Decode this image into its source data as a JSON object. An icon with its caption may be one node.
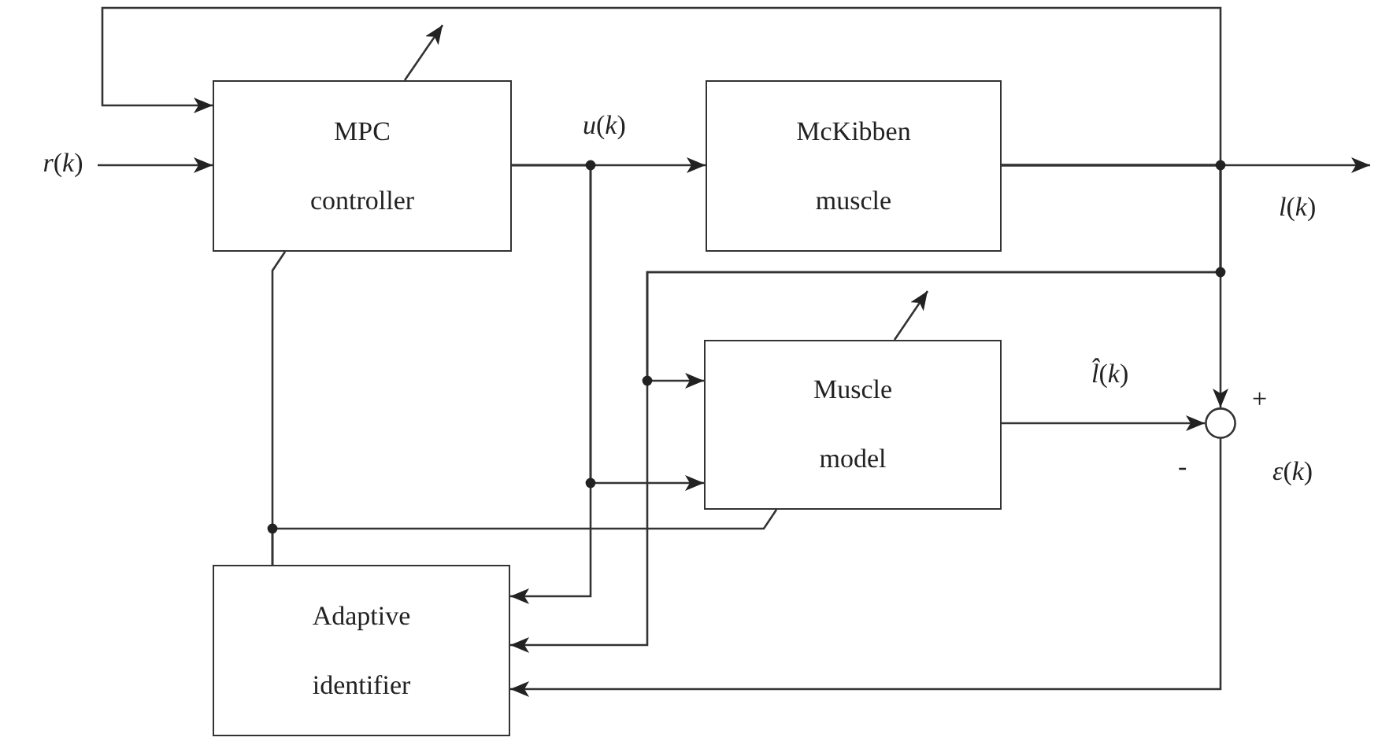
{
  "diagram": {
    "nodes": [
      {
        "text": [
          "MPC controller"
        ]
      },
      {
        "text": [
          "McKibben muscle"
        ]
      },
      {
        "text": [
          "Muscle model"
        ]
      },
      {
        "text": [
          "Adaptive identifier"
        ]
      },
      {
        "text": [],
        "shape": "circle"
      },
      {
        "text": [
          "*r*(*k*)"
        ]
      }
    ],
    "edges": [
      {
        "from": 5,
        "to": 0,
        "arrow": "to"
      },
      {
        "from": 0,
        "to": 1,
        "arrow": "to"
      },
      {
        "from": 1,
        "to": null,
        "arrow": "to"
      },
      {
        "from": 1,
        "to": 0,
        "arrow": "to"
      },
      {
        "from": 1,
        "to": 4,
        "arrow": "to"
      },
      {
        "from": 1,
        "to": 2,
        "arrow": "to"
      },
      {
        "from": 1,
        "to": 3,
        "arrow": "to"
      },
      {
        "from": 0,
        "to": 2,
        "arrow": "to"
      },
      {
        "from": 0,
        "to": 3,
        "arrow": "to"
      },
      {
        "from": 2,
        "to": 4,
        "arrow": "to"
      },
      {
        "from": 4,
        "to": 3,
        "arrow": "to"
      },
      {
        "from": 3,
        "to": 0,
        "arrow": "none"
      },
      {
        "from": 3,
        "to": 2,
        "arrow": "none"
      }
    ],
    "labels": [
      "*u*(*k*)",
      "*l*(*k*)",
      "*l̂*(*k*)",
      "+",
      "-",
      "*ε*(*k*)"
    ]
  }
}
